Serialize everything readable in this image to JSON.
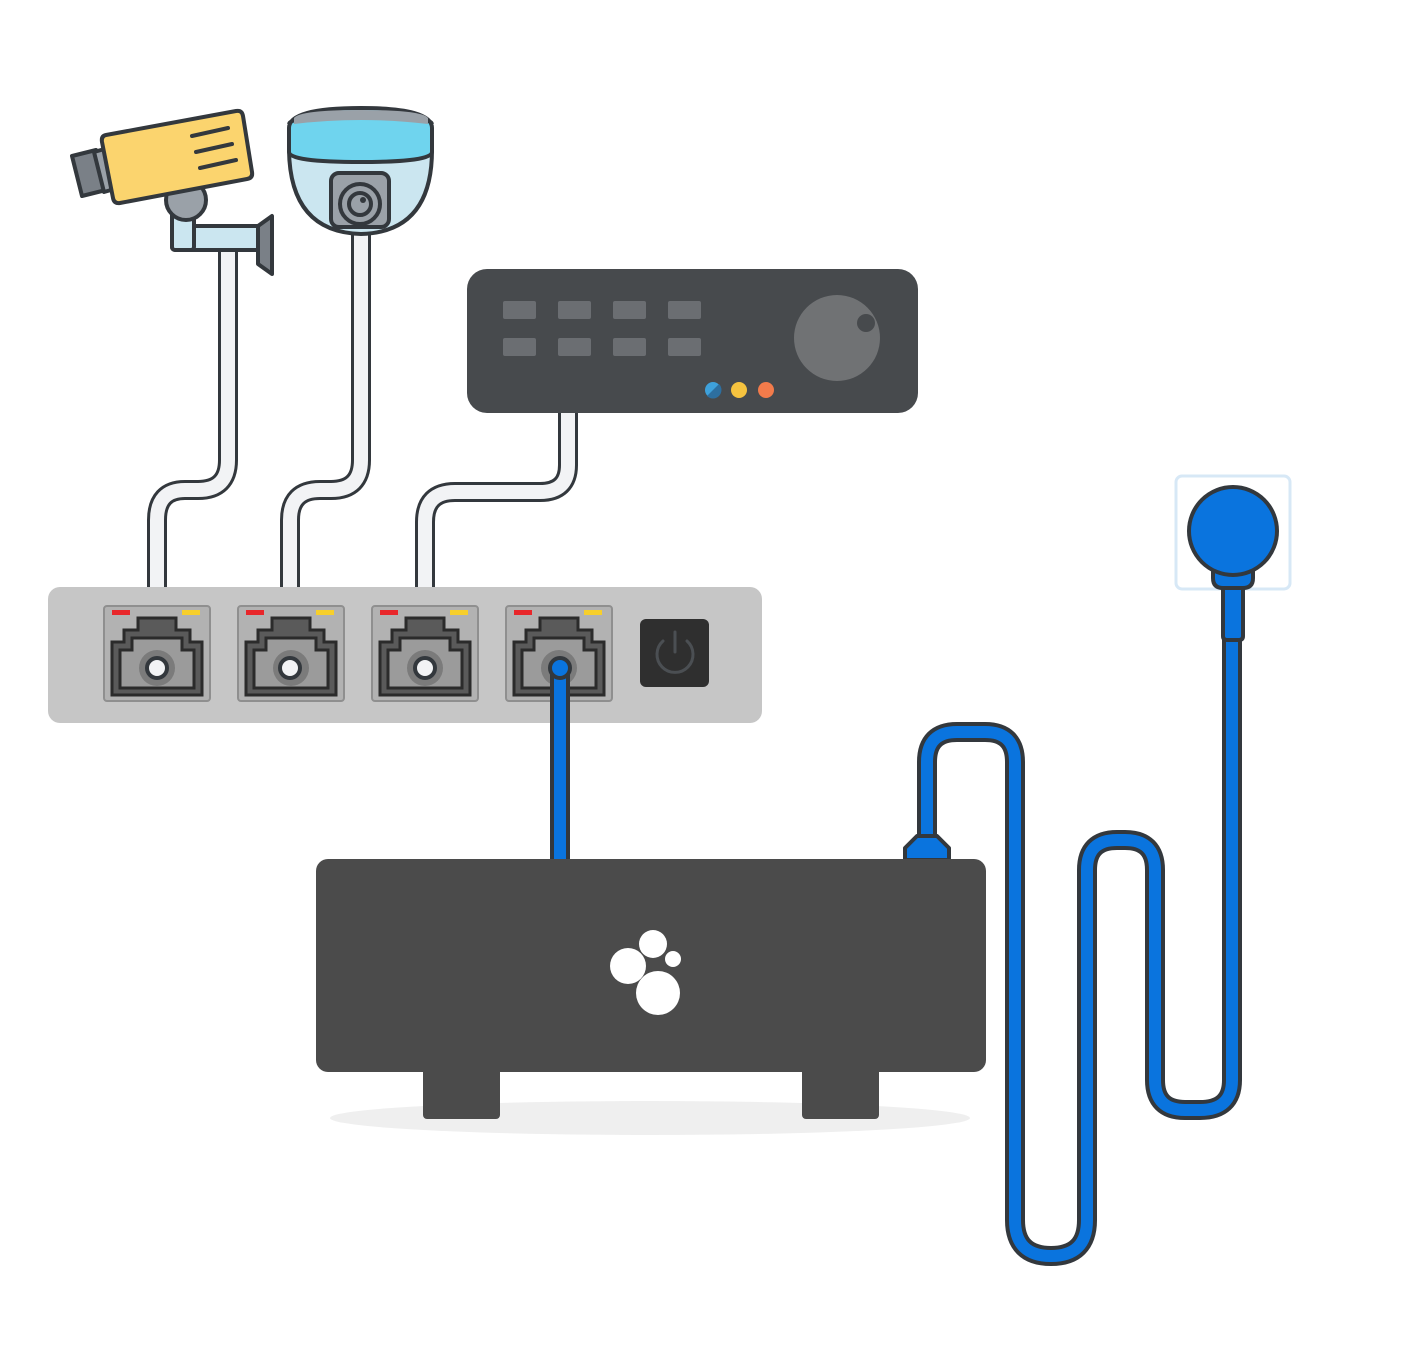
{
  "diagram": {
    "devices": [
      {
        "id": "bullet-camera",
        "icon": "bullet-camera-icon"
      },
      {
        "id": "dome-camera",
        "icon": "dome-camera-icon"
      },
      {
        "id": "router",
        "icon": "router-icon"
      },
      {
        "id": "network-switch",
        "icon": "network-switch-icon",
        "ports": 4
      },
      {
        "id": "hub-box",
        "icon": "hub-box-icon"
      },
      {
        "id": "wall-socket",
        "icon": "wall-socket-icon"
      }
    ],
    "colors": {
      "outline": "#33383d",
      "ethernet_cable": "#f2f3f5",
      "power_cable": "#0a74de",
      "switch_body": "#c6c6c6",
      "hub_body": "#4b4b4b",
      "router_body": "#474a4d",
      "camera_yellow": "#fbd46e",
      "dome_blue": "#6fd4ee",
      "dome_glass": "#cbe6f0",
      "led_red": "#e8262a",
      "led_yellow": "#f7cf2b",
      "router_leds": [
        "#3ea1db",
        "#f6c33f",
        "#f27b4b"
      ]
    }
  }
}
